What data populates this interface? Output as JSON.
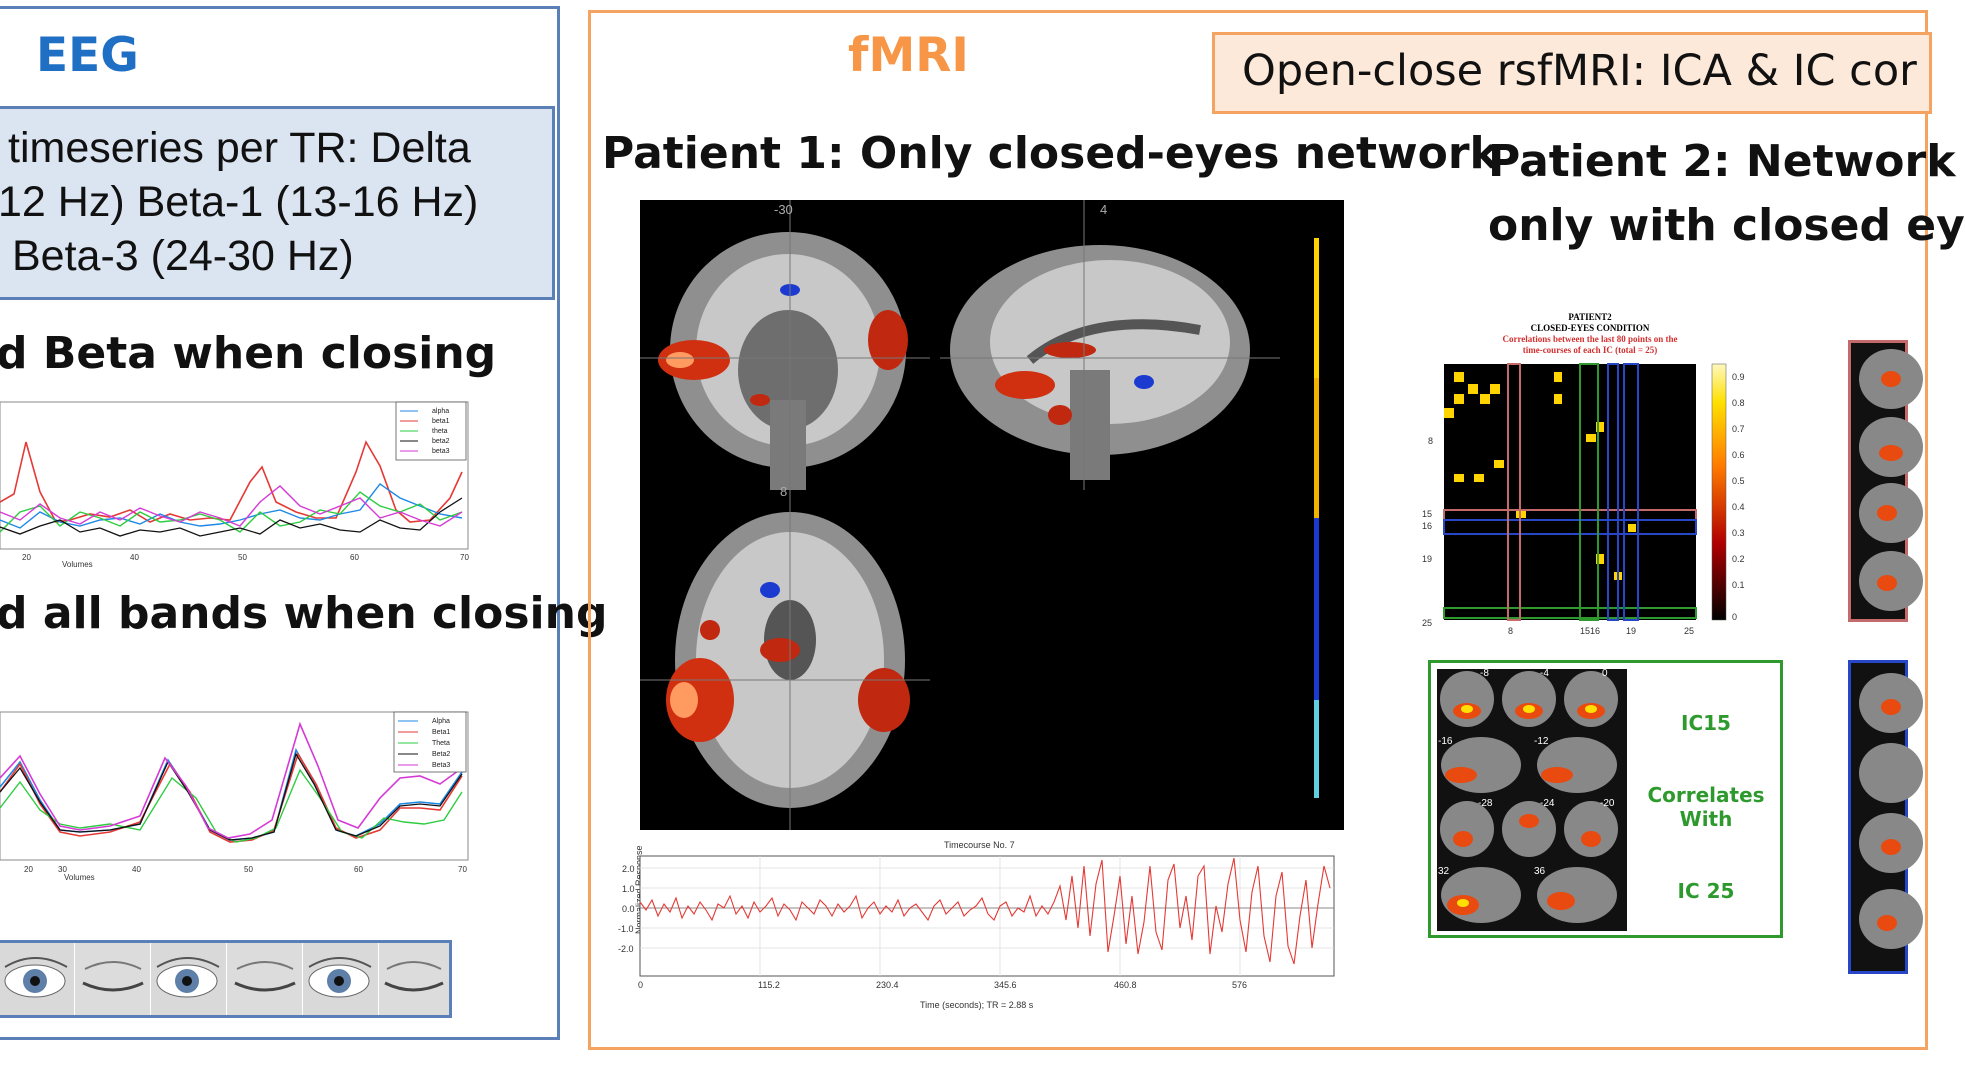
{
  "eeg": {
    "title": "EEG",
    "bands_line1": "timeseries per TR: Delta",
    "bands_line2": "12 Hz)  Beta-1 (13-16 Hz)",
    "bands_line3": "Beta-3 (24-30 Hz)",
    "heading1": "d Beta when closing",
    "heading2": "d all bands when closing",
    "chart1": {
      "legend": [
        "alpha",
        "beta1",
        "theta",
        "beta2",
        "beta3"
      ],
      "xticks": [
        "20",
        "40",
        "50",
        "60",
        "70"
      ],
      "xlabel": "Volumes"
    },
    "chart2": {
      "legend": [
        "Alpha",
        "Beta1",
        "Theta",
        "Beta2",
        "Beta3"
      ],
      "xticks": [
        "20",
        "30",
        "40",
        "50",
        "60",
        "70"
      ],
      "xlabel": "Volumes"
    },
    "eye_states": [
      "open",
      "closed",
      "open",
      "closed",
      "open",
      "closed"
    ]
  },
  "fmri": {
    "title": "fMRI",
    "banner": "Open-close rsfMRI: ICA & IC cor",
    "patient1_heading": "Patient 1: Only closed-eyes network",
    "patient2_heading_line1": "Patient 2: Network",
    "patient2_heading_line2": "only with closed ey",
    "slice_labels": [
      "-30",
      "4",
      "8"
    ],
    "timecourse": {
      "title": "Timecourse No. 7",
      "ylabel": "Normalized Response",
      "xlabel": "Time (seconds); TR = 2.88 s",
      "yticks": [
        "2.0",
        "1.0",
        "0.0",
        "-1.0",
        "-2.0"
      ],
      "xticks": [
        "0",
        "115.2",
        "230.4",
        "345.6",
        "460.8",
        "576"
      ]
    },
    "matrix": {
      "title_line1": "PATIENT2",
      "title_line2": "CLOSED-EYES CONDITION",
      "subtitle_line1": "Correlations between the last 80 points on the",
      "subtitle_line2": "time-courses of each IC (total = 25)",
      "yticks": [
        "8",
        "15",
        "16",
        "19",
        "25"
      ],
      "xticks": [
        "8",
        "1516",
        "19",
        "25"
      ],
      "colorbar_ticks": [
        "0.9",
        "0.8",
        "0.7",
        "0.6",
        "0.5",
        "0.4",
        "0.3",
        "0.2",
        "0.1",
        "0"
      ]
    },
    "ic_box": {
      "label1": "IC15",
      "label2": "Correlates",
      "label3": "With",
      "label4": "IC 25",
      "slice_nums_top": [
        "-8",
        "-4",
        "0",
        "-16",
        "-12"
      ],
      "slice_nums_bottom": [
        "-28",
        "-24",
        "-20",
        "32",
        "36"
      ]
    },
    "colors": {
      "eeg_border": "#5b7fb7",
      "eeg_title": "#1f6fc5",
      "fmri_border": "#f4a460",
      "fmri_title": "#f79646",
      "banner_fill": "#fde9d9",
      "green_box": "#2e9a2e",
      "blue_box": "#2847c8",
      "red_box": "#c46a6a"
    }
  }
}
